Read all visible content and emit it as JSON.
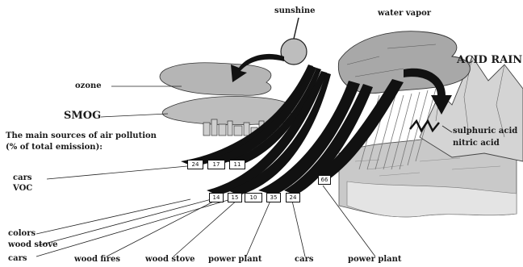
{
  "labels": {
    "sunshine": "sunshine",
    "water_vapor": "water vapor",
    "acid_rain": "ACID RAIN",
    "ozone": "ozone",
    "smog": "SMOG",
    "main_sources_line1": "The main sources of air pollution",
    "main_sources_line2": "(% of total emission):",
    "sulphuric_acid": "sulphuric acid",
    "nitric_acid": "nitric acid",
    "cars_voc_line1": "cars",
    "cars_voc_line2": "VOC",
    "colors": "colors",
    "wood_stove_left": "wood stove",
    "cars_bottom_left": "cars",
    "wood_fires": "wood fires",
    "wood_stove_bottom": "wood stove",
    "power_plant_1": "power plant",
    "cars_bottom": "cars",
    "power_plant_2": "power plant"
  },
  "boxes": {
    "row1": [
      "24",
      "17",
      "11"
    ],
    "row2": [
      "14",
      "15",
      "10"
    ],
    "row2b": [
      "35",
      "24"
    ],
    "acid": "66"
  }
}
